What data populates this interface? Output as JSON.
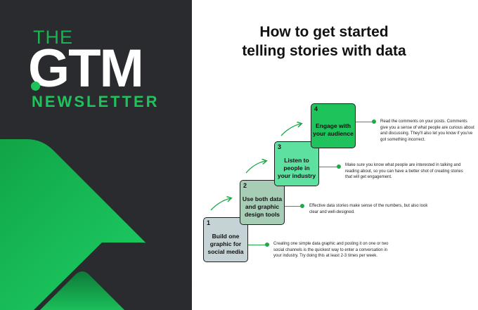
{
  "logo": {
    "the": "THE",
    "gtm": "GTM",
    "newsletter": "NEWSLETTER"
  },
  "title": {
    "line1": "How to get started",
    "line2": "telling stories with data"
  },
  "steps": [
    {
      "number": "1",
      "label": "Build one graphic for social media",
      "color": "#c5d3d6",
      "description": "Creating one simple data graphic and posting it on one or two social channels is the quickest way to enter a conversation in your industry. Try doing this at least 2-3 times per week."
    },
    {
      "number": "2",
      "label": "Use both data and graphic design tools",
      "color": "#a8cdb7",
      "description": "Effective data stories make sense of the numbers, but also look clear and well-designed."
    },
    {
      "number": "3",
      "label": "Listen to people in your industry",
      "color": "#5ee1a0",
      "description": "Make sure you know what people are interested in talking and reading about, so you can have a better shot of creating stories that will get engagement."
    },
    {
      "number": "4",
      "label": "Engage with your audience",
      "color": "#1fc35c",
      "description": "Read the comments on your posts. Comments give you a sense of what people are curious about and discussing. They'll also let you know if you've got something incorrect."
    }
  ],
  "colors": {
    "panel": "#2a2b2e",
    "brand_green": "#1fc35c",
    "connector_green": "#1fa84a"
  }
}
